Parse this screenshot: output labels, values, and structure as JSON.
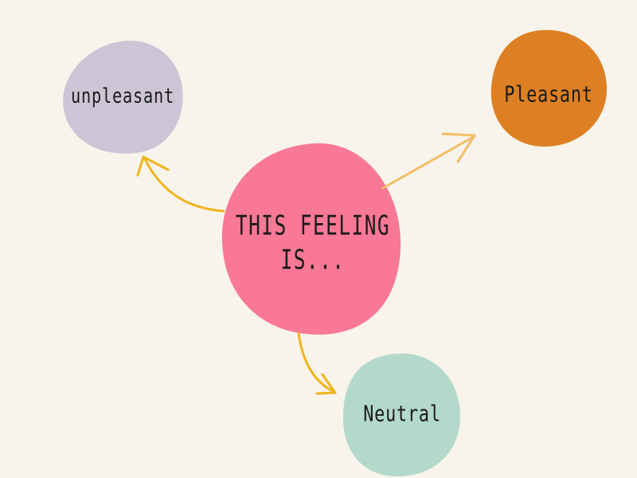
{
  "colors": {
    "background": "#F8F3EB",
    "center": "#F87896",
    "unpleasant": "#CCC5D5",
    "pleasant": "#DD8024",
    "neutral": "#B3D9CA",
    "arrow_primary": "#F0B41C",
    "arrow_light": "#F3BE65",
    "text": "#1A1A1A"
  },
  "center": {
    "line1": "THIS FEELING",
    "line2": "IS..."
  },
  "nodes": {
    "unpleasant": "unpleasant",
    "pleasant": "Pleasant",
    "neutral": "Neutral"
  }
}
